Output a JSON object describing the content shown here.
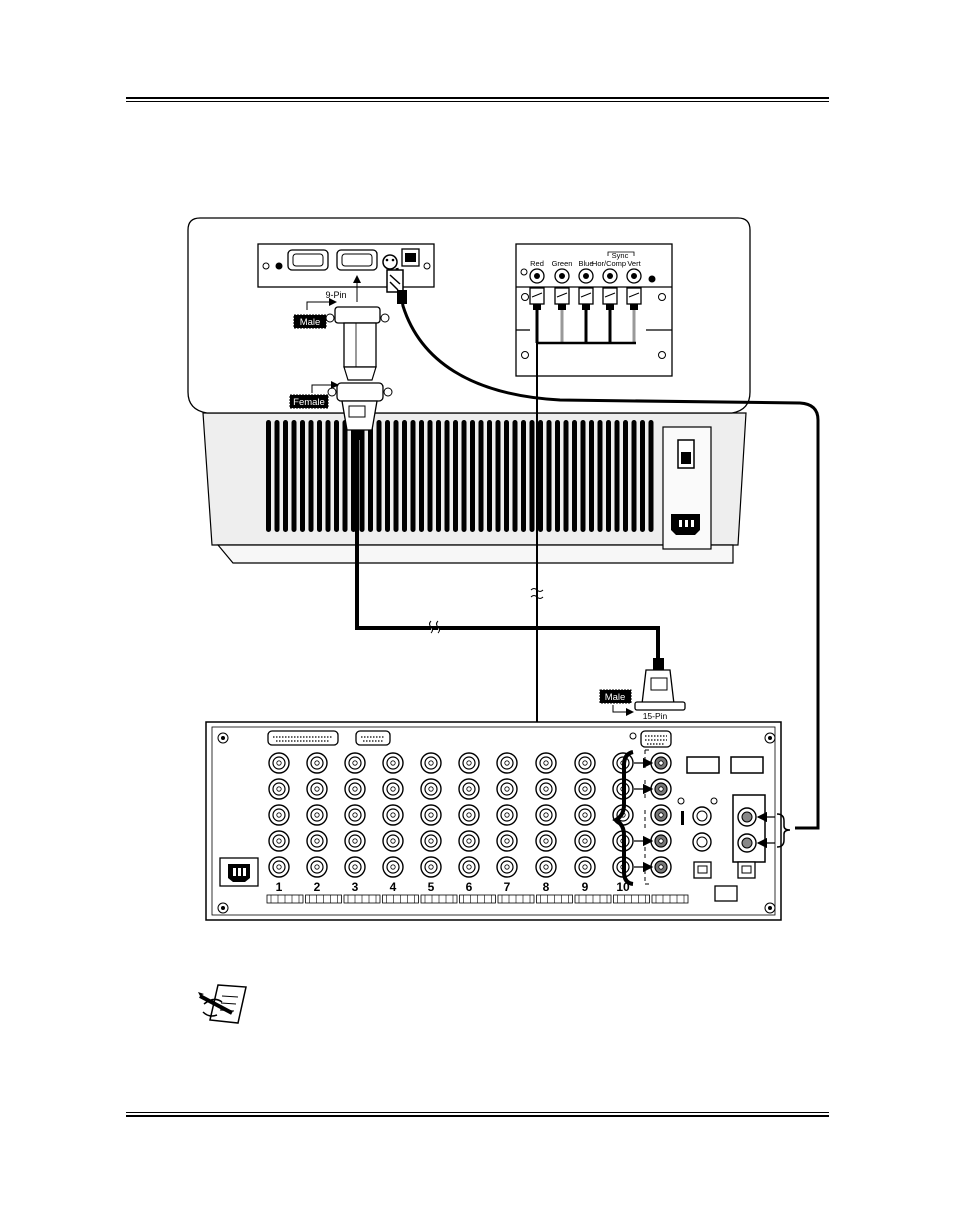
{
  "projector": {
    "label_9pin": "9-Pin",
    "label_male": "Male",
    "label_female": "Female",
    "rgb_panel": {
      "sync_label": "Sync",
      "connectors": [
        "Red",
        "Green",
        "Blue",
        "Hor/Comp",
        "Vert"
      ]
    }
  },
  "switcher": {
    "label_male": "Male",
    "label_15pin": "15-Pin",
    "input_numbers": [
      "1",
      "2",
      "3",
      "4",
      "5",
      "6",
      "7",
      "8",
      "9",
      "10"
    ]
  },
  "note_icon": "note-pen-icon",
  "colors": {
    "ink": "#000000",
    "housing": "#f2f2f2",
    "label_bg": "#000000"
  }
}
